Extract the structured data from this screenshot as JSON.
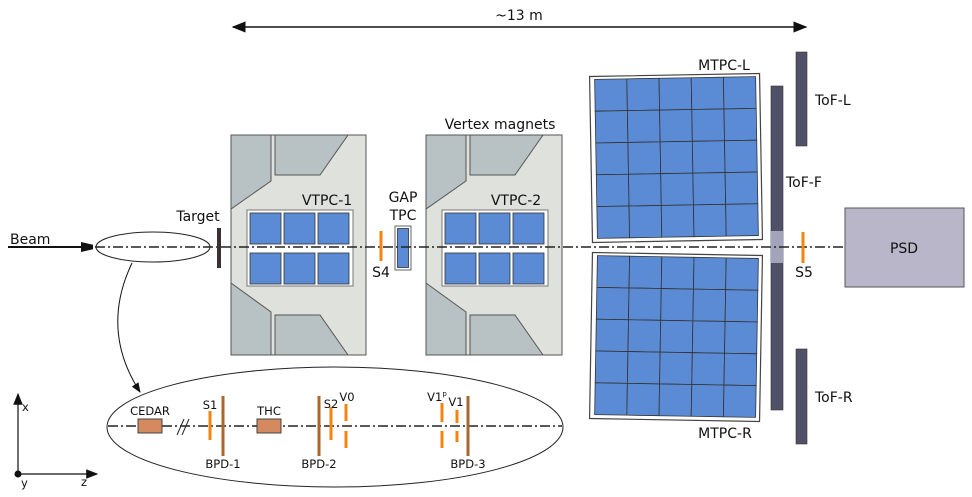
{
  "title_dimension": "~13 m",
  "colors": {
    "tpc_cell": "#5b8bd4",
    "scintillator": "#f5830f",
    "bpd": "#a8682d",
    "tof": "#505068",
    "psd": "#b8b6c8",
    "magnet": "#dfe1dc",
    "cedar_thc": "#d4895e"
  },
  "labels": {
    "beam": "Beam",
    "target": "Target",
    "vtpc1": "VTPC-1",
    "gap": "GAP",
    "tpc": "TPC",
    "s4": "S4",
    "vertex_magnets": "Vertex magnets",
    "vtpc2": "VTPC-2",
    "mtpc_l": "MTPC-L",
    "mtpc_r": "MTPC-R",
    "tof_l": "ToF-L",
    "tof_f": "ToF-F",
    "tof_r": "ToF-R",
    "s5": "S5",
    "psd": "PSD"
  },
  "beamline_inset": {
    "cedar": "CEDAR",
    "thc": "THC",
    "s1": "S1",
    "s2": "S2",
    "v0": "V0",
    "v1p": "V1",
    "v1p_sup": "p",
    "v1": "V1",
    "bpd1": "BPD-1",
    "bpd2": "BPD-2",
    "bpd3": "BPD-3"
  },
  "axes": {
    "x": "x",
    "y": "y",
    "z": "z"
  }
}
